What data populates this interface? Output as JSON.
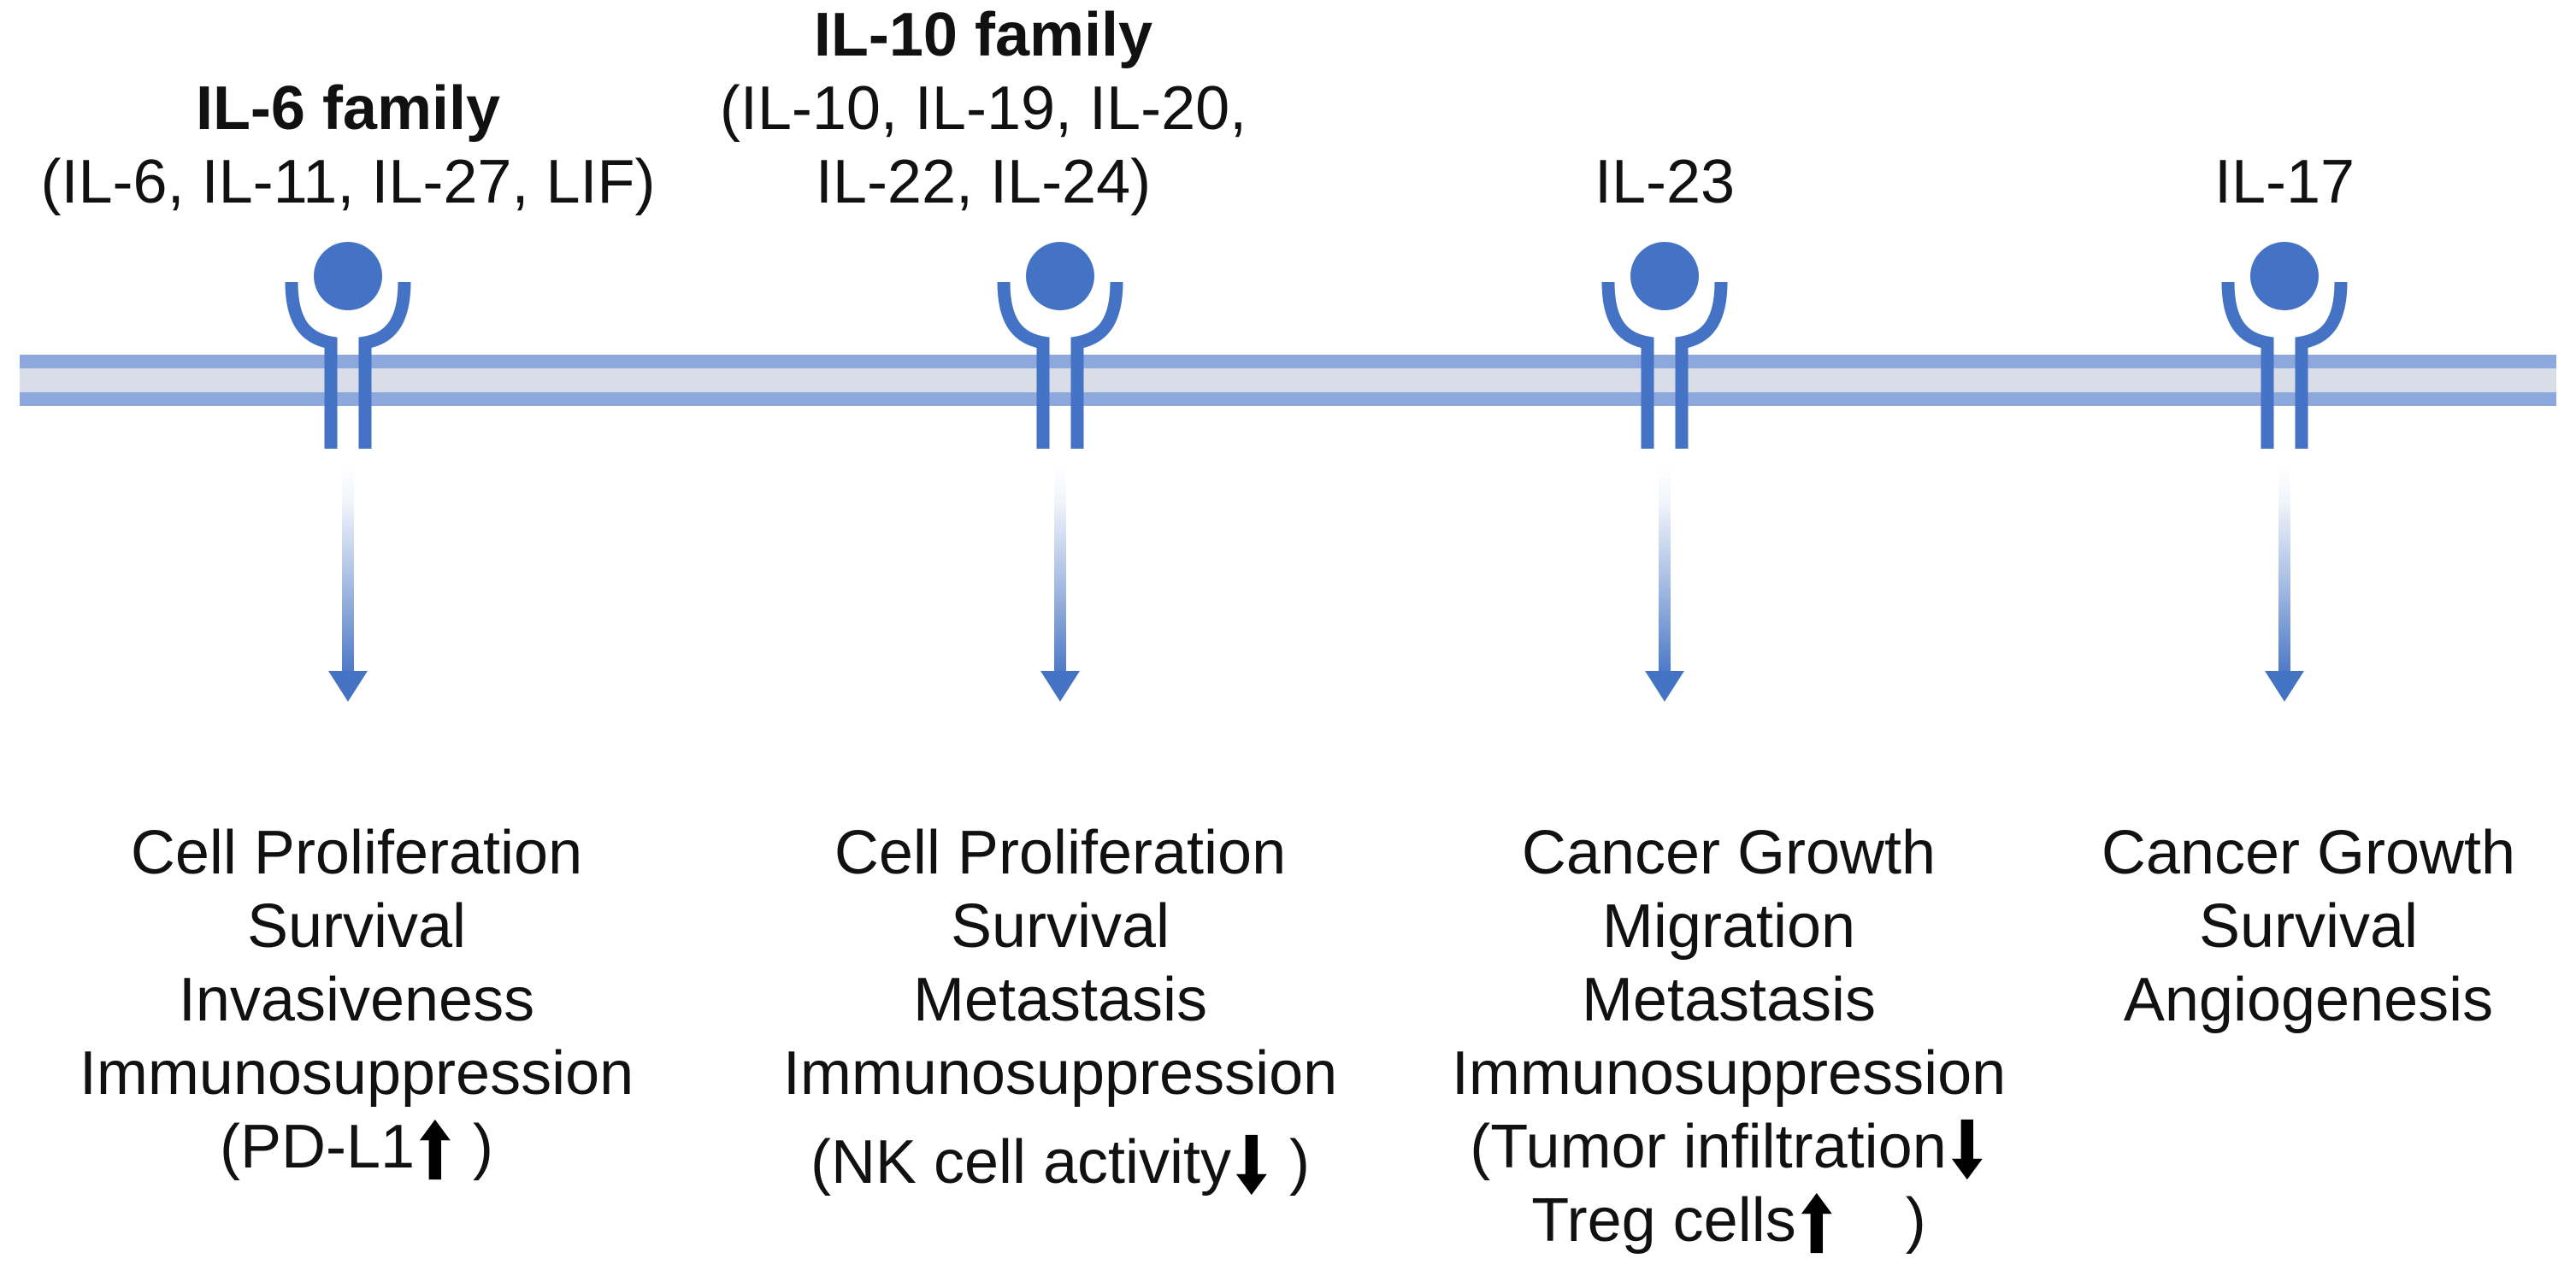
{
  "colors": {
    "receptor_blue": "#4472C4",
    "membrane_stripe_blue": "#8CA8DC",
    "membrane_core_gray": "#D9DDE8",
    "arrow_blue": "#4573C4",
    "text_black": "#111111"
  },
  "icons": {
    "receptor": "receptor-icon (ligand ball in cup-shaped transmembrane receptor)",
    "signal_arrow": "downward fading signal arrow",
    "up": "bold-up-arrow",
    "down": "bold-down-arrow"
  },
  "columns": [
    {
      "id": "il6-family",
      "header": {
        "lines": [
          {
            "text": "IL-6 family",
            "bold": true
          },
          {
            "text": "(IL-6, IL-11, IL-27, LIF)",
            "bold": false
          }
        ]
      },
      "effects": [
        "Cell Proliferation",
        "Survival",
        "Invasiveness",
        "Immunosuppression"
      ],
      "notes": [
        {
          "parts": [
            {
              "text": "(PD-L1"
            },
            {
              "icon": "up"
            },
            {
              "text": " )"
            }
          ]
        }
      ]
    },
    {
      "id": "il10-family",
      "header": {
        "lines": [
          {
            "text": "IL-10 family",
            "bold": true
          },
          {
            "text": "(IL-10, IL-19, IL-20,",
            "bold": false
          },
          {
            "text": "IL-22, IL-24)",
            "bold": false
          }
        ]
      },
      "effects": [
        "Cell Proliferation",
        "Survival",
        "Metastasis",
        "Immunosuppression"
      ],
      "notes": [
        {
          "parts": [
            {
              "text": "(NK cell activity"
            },
            {
              "icon": "down"
            },
            {
              "text": " )"
            }
          ]
        }
      ]
    },
    {
      "id": "il23",
      "header": {
        "lines": [
          {
            "text": "IL-23",
            "bold": false
          }
        ]
      },
      "effects": [
        "Cancer Growth",
        "Migration",
        "Metastasis",
        "Immunosuppression"
      ],
      "notes": [
        {
          "parts": [
            {
              "text": "(Tumor infiltration"
            },
            {
              "icon": "down"
            }
          ]
        },
        {
          "parts": [
            {
              "text": "Treg cells"
            },
            {
              "icon": "up"
            },
            {
              "text": "    )"
            }
          ]
        }
      ]
    },
    {
      "id": "il17",
      "header": {
        "lines": [
          {
            "text": "IL-17",
            "bold": false
          }
        ]
      },
      "effects": [
        "Cancer Growth",
        "Survival",
        "Angiogenesis"
      ],
      "notes": []
    }
  ]
}
